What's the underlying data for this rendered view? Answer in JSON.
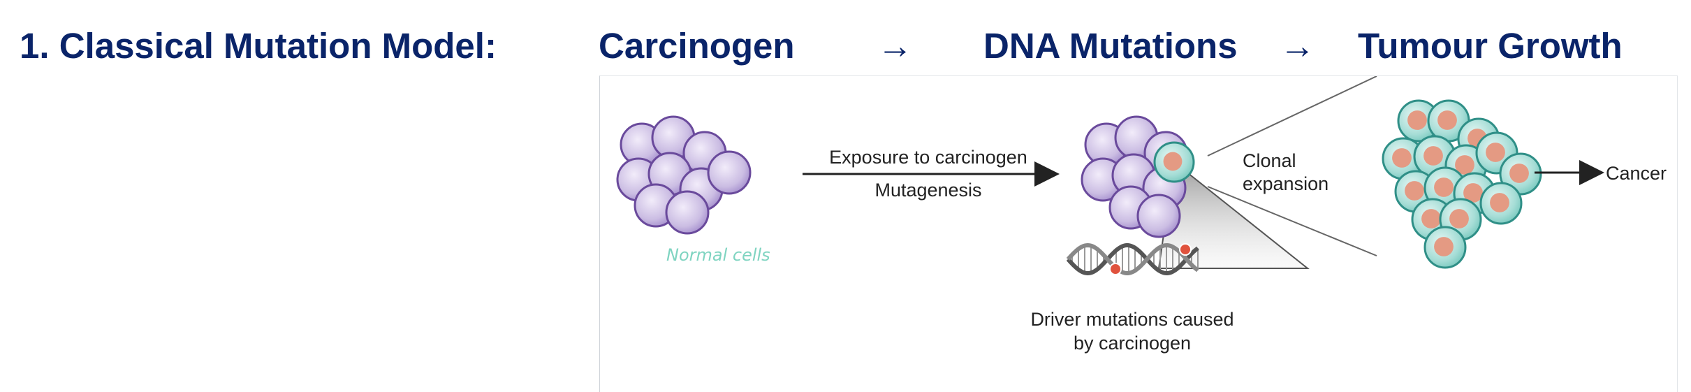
{
  "header": {
    "model_title": "1. Classical Mutation Model:",
    "step_carcinogen": "Carcinogen",
    "arrow_1": "→",
    "step_mutations": "DNA Mutations",
    "arrow_2": "→",
    "step_growth": "Tumour Growth"
  },
  "figure": {
    "exposure_label": "Exposure to carcinogen",
    "mutagenesis_label": "Mutagenesis",
    "normal_cells_note": "Normal cells",
    "clonal_label_1": "Clonal",
    "clonal_label_2": "expansion",
    "cancer_label": "Cancer",
    "driver_caption_1": "Driver mutations caused",
    "driver_caption_2": "by carcinogen"
  },
  "colors": {
    "heading": "#0a2469",
    "normal_cell_fill": "#cbbde3",
    "normal_cell_stroke": "#6a4a9c",
    "tumour_cell_fill": "#a6ddd6",
    "tumour_cell_stroke": "#2f8f87",
    "nucleus": "#e49a83",
    "handwriting": "#7fd4c1"
  }
}
